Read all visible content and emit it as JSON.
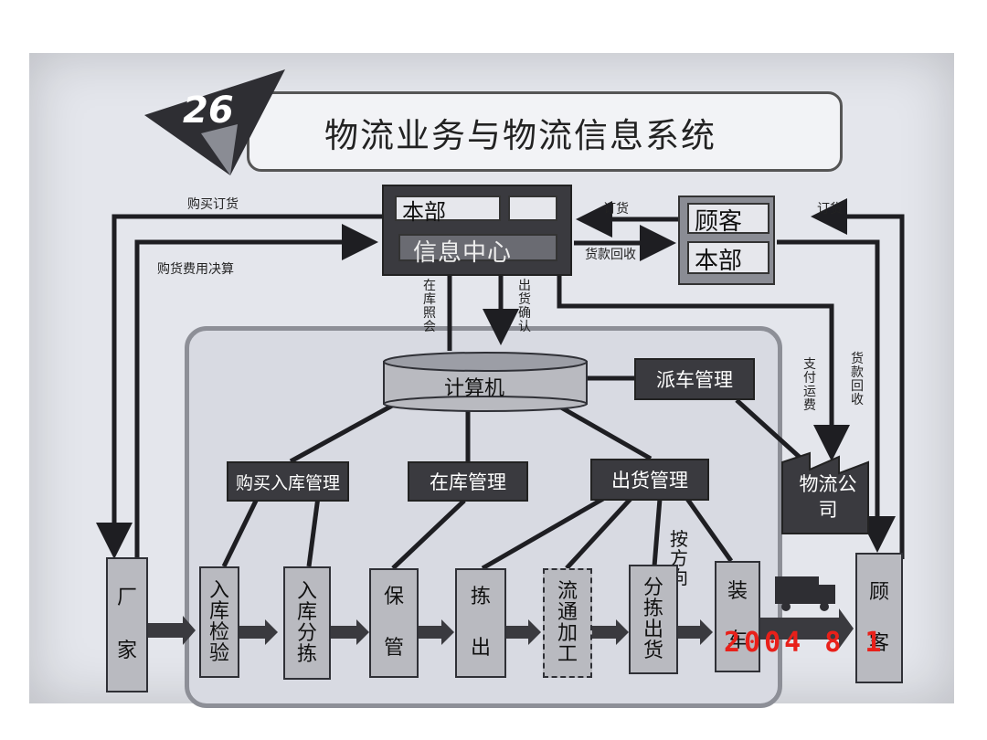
{
  "title": {
    "number": "26",
    "text": "物流业务与物流信息系统"
  },
  "hq": {
    "line1": "本部",
    "line2": "信息中心"
  },
  "customer_hq": {
    "line1": "顾客",
    "line2": "本部"
  },
  "labels": {
    "purchase_order": "购买订货",
    "purchase_settlement": "购货费用决算",
    "order": "订货",
    "payment_collection": "货款回收",
    "order_right": "订货",
    "stock_query": "在库照会",
    "shipment_confirm": "出货确认",
    "pay_freight": "支付运费",
    "payment_collection_right": "货款回收",
    "by_direction": "按方向"
  },
  "computer": "计算机",
  "dispatch": "派车管理",
  "logistics_company": "物流公司",
  "modules": {
    "purchase": "购买入库管理",
    "stock": "在库管理",
    "shipping": "出货管理"
  },
  "factory": "厂家",
  "customer": "顾客",
  "steps": [
    "入库检验",
    "入库分拣",
    "保管",
    "拣出",
    "流通加工",
    "分拣出货",
    "装车"
  ],
  "photo_date": "2004  8  1"
}
